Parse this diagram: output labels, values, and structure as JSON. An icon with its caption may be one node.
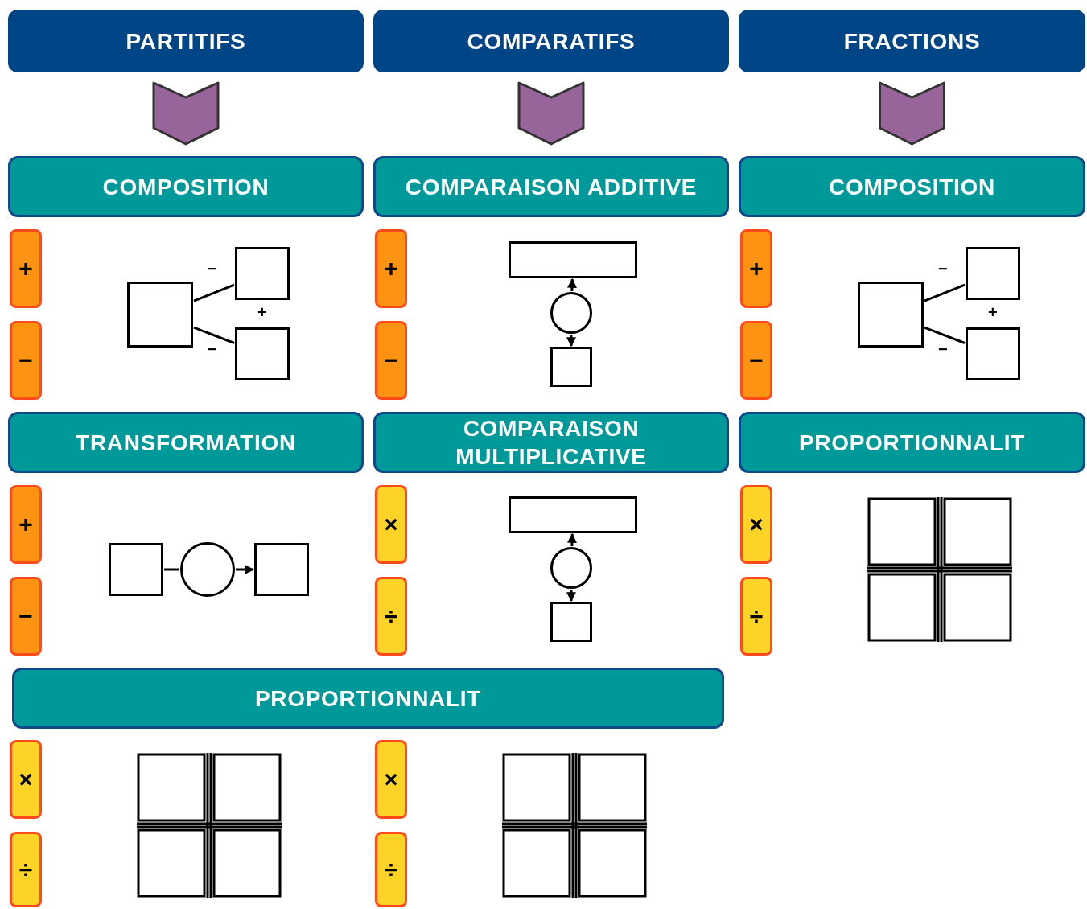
{
  "diagram": {
    "nodes": [
      {
        "text": [
          "PARTITIFS"
        ]
      },
      {
        "text": [
          "COMPARATIFS"
        ]
      },
      {
        "text": [
          "FRACTIONS"
        ]
      },
      {
        "text": [
          "COMPOSITION"
        ]
      },
      {
        "text": [
          "COMPARAISON ADDITIVE"
        ]
      },
      {
        "text": [
          "COMPOSITION"
        ]
      },
      {
        "text": [
          "+"
        ]
      },
      {
        "text": [
          "−"
        ]
      },
      {
        "text": [],
        "shape": "box"
      },
      {
        "text": [],
        "shape": "box"
      },
      {
        "text": [],
        "shape": "box"
      },
      {
        "text": [
          "+"
        ]
      },
      {
        "text": [
          "−"
        ]
      },
      {
        "text": [],
        "shape": "box"
      },
      {
        "text": [],
        "shape": "circle"
      },
      {
        "text": [],
        "shape": "box"
      },
      {
        "text": [
          "+"
        ]
      },
      {
        "text": [
          "−"
        ]
      },
      {
        "text": [],
        "shape": "box"
      },
      {
        "text": [],
        "shape": "box"
      },
      {
        "text": [],
        "shape": "box"
      },
      {
        "text": [
          "TRANSFORMATION"
        ]
      },
      {
        "text": [
          "COMPARAISON MULTIPLICATIVE"
        ]
      },
      {
        "text": [
          "PROPORTIONNALIT"
        ]
      },
      {
        "text": [
          "+"
        ]
      },
      {
        "text": [
          "−"
        ]
      },
      {
        "text": [],
        "shape": "box"
      },
      {
        "text": [],
        "shape": "circle"
      },
      {
        "text": [],
        "shape": "box"
      },
      {
        "text": [
          "×"
        ]
      },
      {
        "text": [
          "÷"
        ]
      },
      {
        "text": [],
        "shape": "box"
      },
      {
        "text": [],
        "shape": "circle"
      },
      {
        "text": [],
        "shape": "box"
      },
      {
        "text": [
          "×"
        ]
      },
      {
        "text": [
          "÷"
        ]
      },
      {
        "text": [
          "PROPORTIONNALIT"
        ]
      },
      {
        "text": [
          "×"
        ]
      },
      {
        "text": [
          "÷"
        ]
      },
      {
        "text": [
          "×"
        ]
      },
      {
        "text": [
          "÷"
        ]
      }
    ],
    "edges": [
      {
        "from": 0,
        "to": 3,
        "arrow": "to",
        "style": "thick",
        "color": "#98659a"
      },
      {
        "from": 1,
        "to": 4,
        "arrow": "to",
        "style": "thick",
        "color": "#98659a"
      },
      {
        "from": 2,
        "to": 5,
        "arrow": "to",
        "style": "thick",
        "color": "#98659a"
      },
      {
        "from": 8,
        "to": 9,
        "arrow": "none"
      },
      {
        "from": 8,
        "to": 10,
        "arrow": "none"
      },
      {
        "from": 14,
        "to": 13,
        "arrow": "to"
      },
      {
        "from": 14,
        "to": 15,
        "arrow": "to"
      },
      {
        "from": 18,
        "to": 19,
        "arrow": "none"
      },
      {
        "from": 18,
        "to": 20,
        "arrow": "none"
      },
      {
        "from": 26,
        "to": 27,
        "arrow": "none"
      },
      {
        "from": 27,
        "to": 28,
        "arrow": "to"
      },
      {
        "from": 32,
        "to": 31,
        "arrow": "to"
      },
      {
        "from": 32,
        "to": 33,
        "arrow": "to"
      }
    ],
    "labels": [
      "−",
      "+",
      "−",
      "−",
      "+",
      "−"
    ]
  }
}
